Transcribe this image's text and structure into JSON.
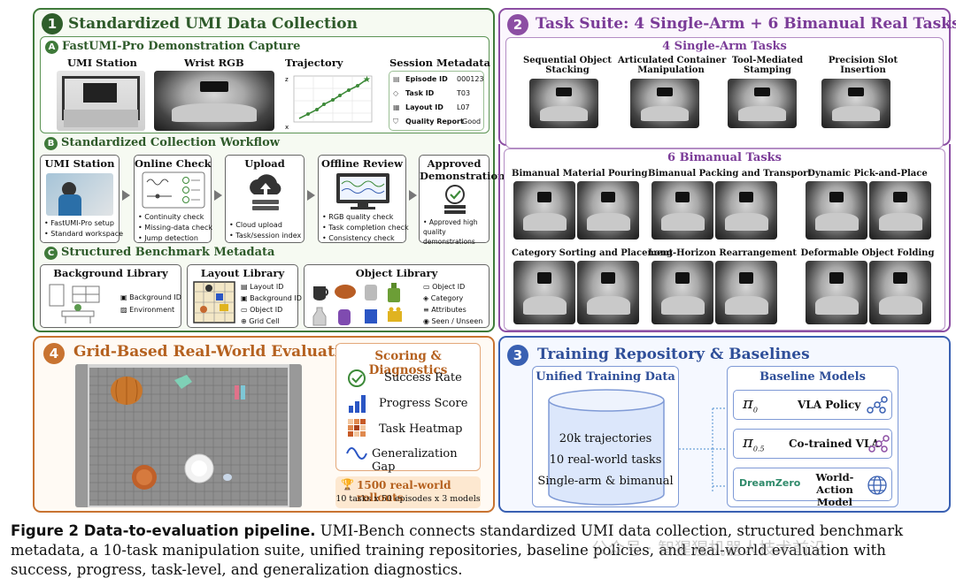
{
  "panel1": {
    "num": "1",
    "title": "Standardized UMI Data Collection",
    "a": {
      "badge": "A",
      "title": "FastUMI-Pro Demonstration Capture",
      "labels": [
        "UMI Station",
        "Wrist RGB",
        "Trajectory",
        "Session Metadata"
      ],
      "metadata": [
        {
          "key": "Episode ID",
          "value": "000123"
        },
        {
          "key": "Task ID",
          "value": "T03"
        },
        {
          "key": "Layout ID",
          "value": "L07"
        },
        {
          "key": "Quality Report",
          "value": "Good"
        }
      ]
    },
    "b": {
      "badge": "B",
      "title": "Standardized Collection Workflow",
      "steps": [
        {
          "title": "UMI Station",
          "bullets": [
            "FastUMI-Pro setup",
            "Standard workspace"
          ]
        },
        {
          "title": "Online Check",
          "bullets": [
            "Continuity check",
            "Missing-data check",
            "Jump detection"
          ]
        },
        {
          "title": "Upload",
          "bullets": [
            "Cloud upload",
            "Task/session index"
          ]
        },
        {
          "title": "Offline Review",
          "bullets": [
            "RGB quality check",
            "Task completion check",
            "Consistency check"
          ]
        },
        {
          "title": "Approved Demonstration",
          "bullets": [
            "Approved high quality demonstrations"
          ]
        }
      ]
    },
    "c": {
      "badge": "C",
      "title": "Structured Benchmark Metadata",
      "background": {
        "title": "Background Library",
        "items": [
          "Background ID",
          "Environment"
        ]
      },
      "layout": {
        "title": "Layout Library",
        "items": [
          "Layout ID",
          "Background ID",
          "Object ID",
          "Grid Cell"
        ]
      },
      "object": {
        "title": "Object Library",
        "items": [
          "Object ID",
          "Category",
          "Attributes",
          "Seen / Unseen"
        ]
      }
    }
  },
  "panel2": {
    "num": "2",
    "title": "Task Suite: 4 Single-Arm + 6 Bimanual Real Tasks",
    "single_title": "4 Single-Arm Tasks",
    "single": [
      {
        "l1": "Sequential Object",
        "l2": "Stacking"
      },
      {
        "l1": "Articulated Container",
        "l2": "Manipulation"
      },
      {
        "l1": "Tool-Mediated",
        "l2": "Stamping"
      },
      {
        "l1": "Precision Slot",
        "l2": "Insertion"
      }
    ],
    "bimanual_title": "6 Bimanual Tasks",
    "bimanual": [
      "Bimanual Material Pouring",
      "Bimanual Packing and Transport",
      "Dynamic Pick-and-Place",
      "Category Sorting and Placement",
      "Long-Horizon Rearrangement",
      "Deformable Object Folding"
    ]
  },
  "panel3": {
    "num": "3",
    "title": "Training Repository & Baselines",
    "data_title": "Unified Training Data",
    "data_lines": [
      "20k trajectories",
      "10 real-world tasks",
      "Single-arm & bimanual"
    ],
    "baseline_title": "Baseline Models",
    "models": [
      {
        "symbol": "π",
        "sub": "0",
        "name": "VLA Policy"
      },
      {
        "symbol": "π",
        "sub": "0.5",
        "name": "Co-trained VLA"
      },
      {
        "symbol": "DreamZero",
        "sub": "",
        "name": "World-Action Model"
      }
    ]
  },
  "panel4": {
    "num": "4",
    "title": "Grid-Based Real-World Evaluation",
    "scoring_title": "Scoring & Diagnostics",
    "metrics": [
      "Success Rate",
      "Progress Score",
      "Task Heatmap",
      "Generalization Gap"
    ],
    "rollouts": "1500 real-world rollouts",
    "rollouts_detail": "10 tasks  x  50 episodes  x  3 models"
  },
  "caption": {
    "label": "Figure 2  Data-to-evaluation pipeline.",
    "text": " UMI-Bench connects standardized UMI data collection, structured benchmark metadata, a 10-task manipulation suite, unified training repositories, baseline policies, and real-world evaluation with success, progress, task-level, and generalization diagnostics."
  },
  "watermark": "公众号 · 智猩猩机器人技术前沿",
  "colors": {
    "green": "#3f7a3a",
    "purple": "#8c4ea3",
    "orange": "#c87331",
    "blue": "#3960b2"
  }
}
